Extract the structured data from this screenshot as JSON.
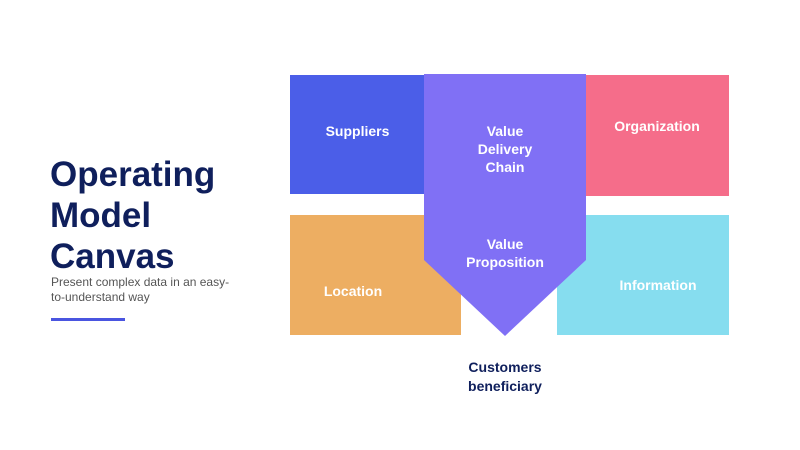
{
  "left_panel": {
    "title_lines": [
      "Operating",
      "Model",
      "Canvas"
    ],
    "subtitle_lines": [
      "Present complex data in an easy-",
      "to-understand way"
    ]
  },
  "canvas": {
    "suppliers": "Suppliers",
    "organization": "Organization",
    "location": "Location",
    "information": "Information",
    "value_delivery_chain": [
      "Value",
      "Delivery",
      "Chain"
    ],
    "value_proposition": [
      "Value",
      "Proposition"
    ],
    "customers": [
      "Customers",
      "beneficiary"
    ]
  },
  "colors": {
    "title": "#0f1f5c",
    "accent": "#4a55e0",
    "suppliers": "#4b5ee8",
    "organization": "#f56d8a",
    "location": "#edae62",
    "information": "#86ddef",
    "arrow": "#8070f5"
  }
}
